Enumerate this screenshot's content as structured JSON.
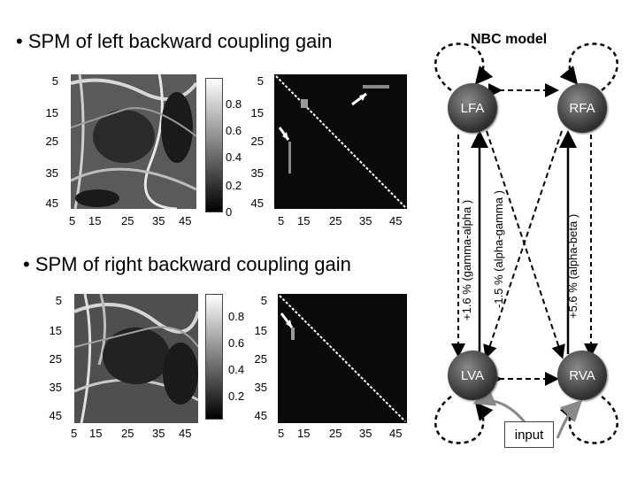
{
  "left_title": "• SPM of left backward coupling gain",
  "right_title": "• SPM of right backward coupling gain",
  "model_title": "NBC model",
  "map_ticks_y": [
    "5",
    "15",
    "25",
    "35",
    "45"
  ],
  "map_ticks_x": [
    "5",
    "15",
    "25",
    "35",
    "45"
  ],
  "map_ticks_x_bottom_left": [
    "5",
    "15",
    "25",
    "35",
    "45"
  ],
  "colorbar_top": [
    "0.8",
    "0.6",
    "0.4",
    "0.2",
    "0"
  ],
  "colorbar_bottom": [
    "0.8",
    "0.6",
    "0.4",
    "0.2"
  ],
  "nodes": {
    "lfa": "LFA",
    "rfa": "RFA",
    "lva": "LVA",
    "rva": "RVA"
  },
  "edge_labels": {
    "gamma_alpha": "+1.6 % (gamma-alpha )",
    "alpha_gamma": "-1.5 % (alpha-gamma )",
    "alpha_beta": "+5.6 % (alpha-beta )"
  },
  "input_label": "input"
}
